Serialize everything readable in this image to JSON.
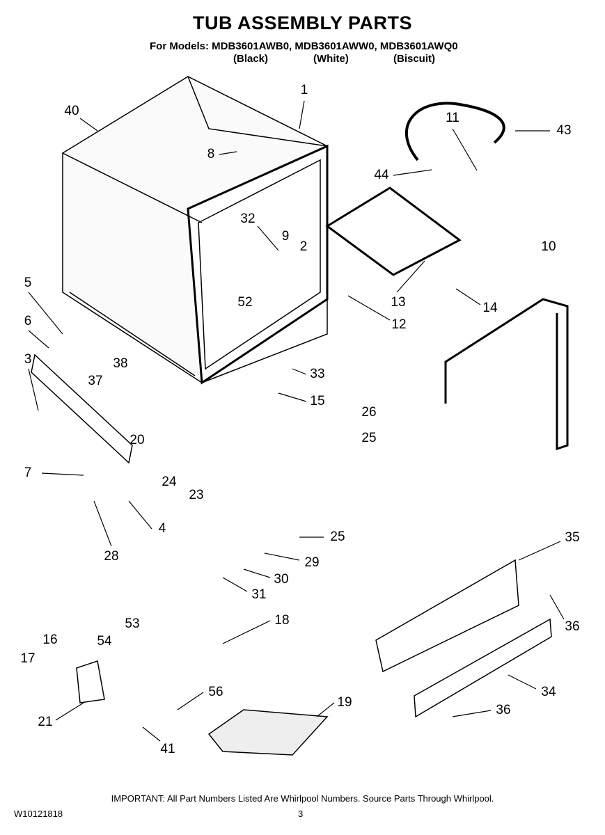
{
  "header": {
    "title": "TUB ASSEMBLY PARTS",
    "models_line": "For Models: MDB3601AWB0, MDB3601AWW0, MDB3601AWQ0",
    "colors": [
      "(Black)",
      "(White)",
      "(Biscuit)"
    ]
  },
  "callouts": [
    "1",
    "40",
    "8",
    "11",
    "43",
    "44",
    "32",
    "9",
    "2",
    "10",
    "5",
    "13",
    "14",
    "12",
    "52",
    "6",
    "3",
    "38",
    "33",
    "37",
    "15",
    "26",
    "20",
    "25",
    "24",
    "7",
    "23",
    "4",
    "25",
    "35",
    "28",
    "29",
    "30",
    "31",
    "16",
    "17",
    "18",
    "53",
    "36",
    "54",
    "56",
    "34",
    "19",
    "21",
    "36",
    "41"
  ],
  "footer": {
    "note": "IMPORTANT: All Part Numbers Listed Are Whirlpool Numbers. Source Parts Through Whirlpool.",
    "document_number": "W10121818",
    "page_number": "3"
  }
}
